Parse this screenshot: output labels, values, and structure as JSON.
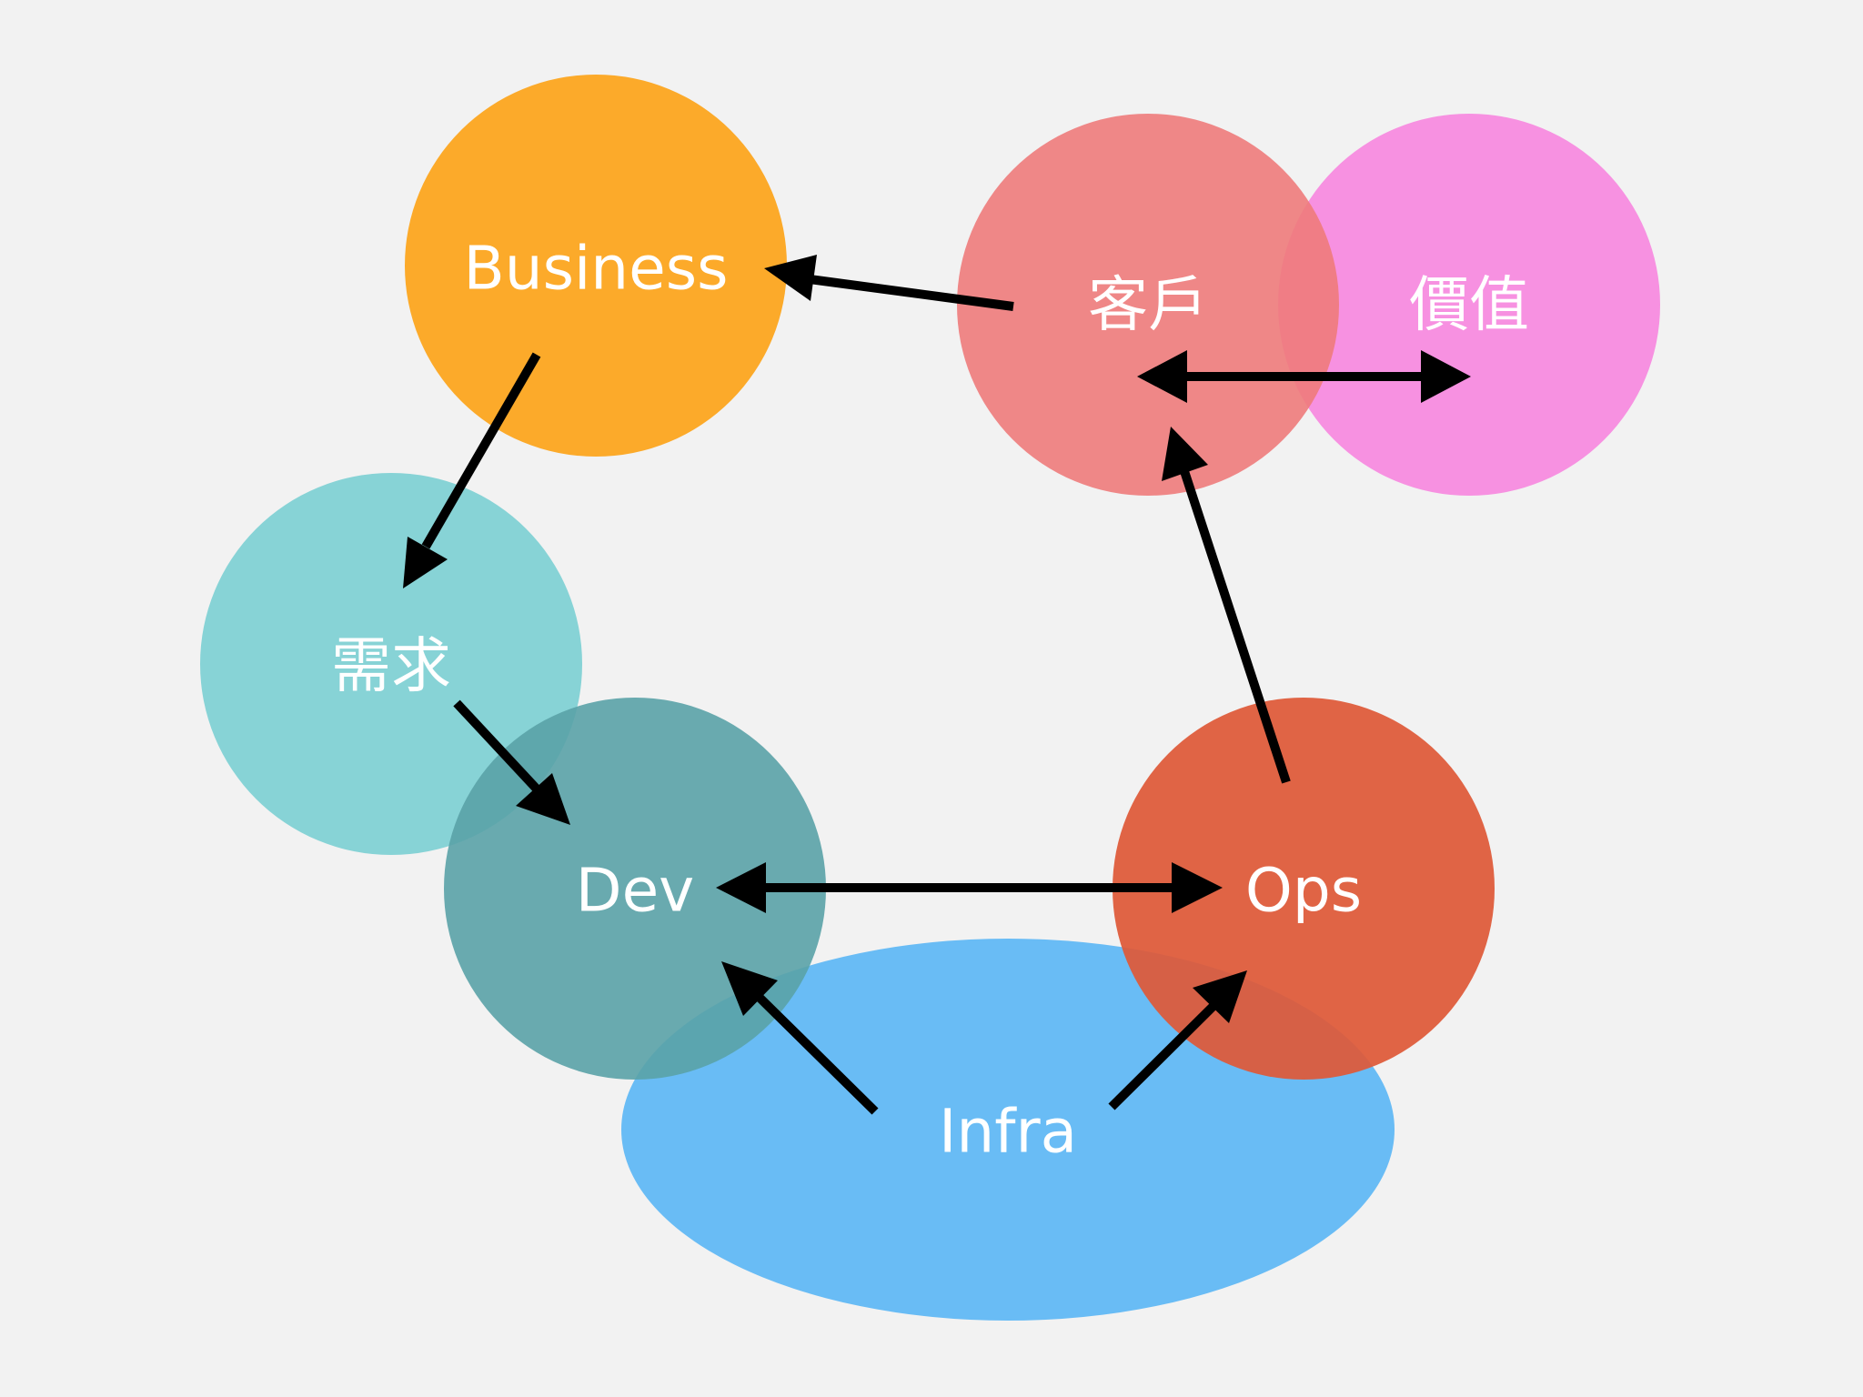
{
  "diagram": {
    "background": "#f2f2f2",
    "arrow_color": "#000000",
    "nodes": [
      {
        "id": "infra",
        "label": "Infra",
        "color": "#5ab6f5"
      },
      {
        "id": "business",
        "label": "Business",
        "color": "#fca51f"
      },
      {
        "id": "demand",
        "label": "需求",
        "color": "#7bcfd3"
      },
      {
        "id": "dev",
        "label": "Dev",
        "color": "#5aa2a7"
      },
      {
        "id": "ops",
        "label": "Ops",
        "color": "#df5938"
      },
      {
        "id": "value",
        "label": "價值",
        "color": "#f78bdf"
      },
      {
        "id": "customer",
        "label": "客戶",
        "color": "#ee7b7b"
      }
    ],
    "edges": [
      {
        "from": "customer",
        "to": "business",
        "bidirectional": false
      },
      {
        "from": "business",
        "to": "demand",
        "bidirectional": false
      },
      {
        "from": "demand",
        "to": "dev",
        "bidirectional": false
      },
      {
        "from": "dev",
        "to": "ops",
        "bidirectional": true
      },
      {
        "from": "infra",
        "to": "dev",
        "bidirectional": false
      },
      {
        "from": "infra",
        "to": "ops",
        "bidirectional": false
      },
      {
        "from": "ops",
        "to": "customer",
        "bidirectional": false
      },
      {
        "from": "customer",
        "to": "value",
        "bidirectional": true
      }
    ]
  }
}
